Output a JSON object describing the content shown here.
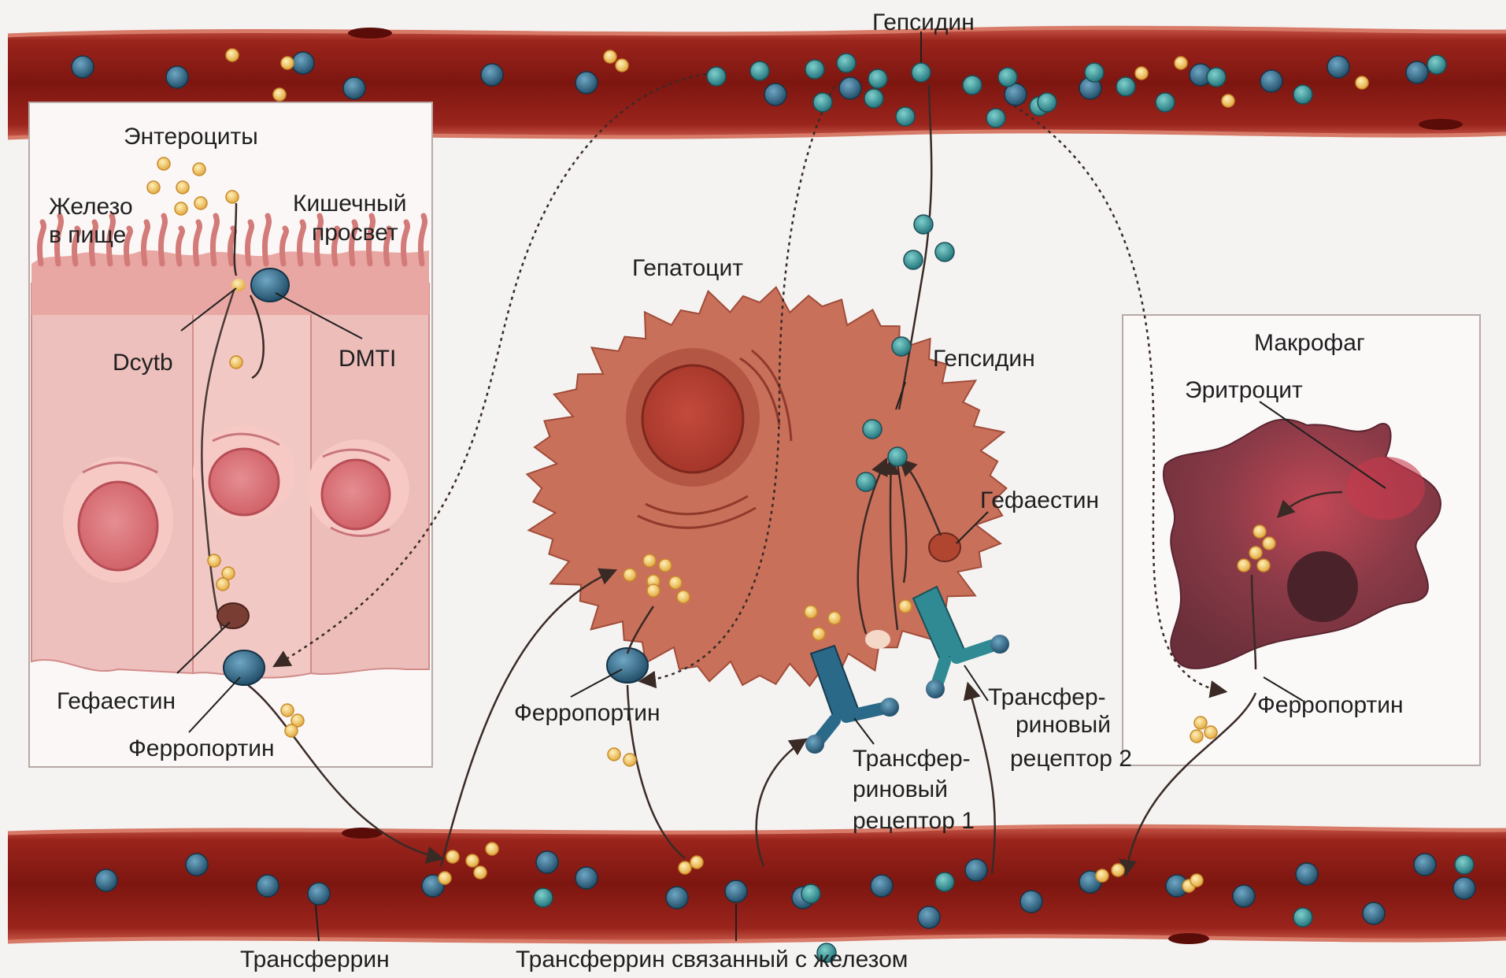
{
  "labels": {
    "hepcidin_top": "Гепсидин",
    "enterocytes": "Энтероциты",
    "dietary_iron_1": "Железо",
    "dietary_iron_2": "в пище",
    "intestinal_lumen_1": "Кишечный",
    "intestinal_lumen_2": "просвет",
    "dcytb": "Dcytb",
    "dmt1": "DMTI",
    "hephaestin_left": "Гефаестин",
    "ferroportin_left": "Ферропортин",
    "hepatocyte": "Гепатоцит",
    "hepcidin_mid": "Гепсидин",
    "hephaestin_mid": "Гефаестин",
    "ferroportin_mid": "Ферропортин",
    "tfr2_line1": "Трансфер-",
    "tfr2_line2": "риновый",
    "tfr2_line3": "рецептор 2",
    "tfr1_line1": "Трансфер-",
    "tfr1_line2": "риновый",
    "tfr1_line3": "рецептор 1",
    "macrophage": "Макрофаг",
    "erythrocyte": "Эритроцит",
    "ferroportin_right": "Ферропортин",
    "transferrin": "Трансферрин",
    "transferrin_iron": "Трансферрин связанный с железом"
  },
  "colors": {
    "vessel": "#8e1c16",
    "vessel_edge": "#c95a4a",
    "iron": "#f2c15b",
    "transferrin": "#2b5f7e",
    "hepcidin": "#2f8f92",
    "hepatocyte": "#c96b55",
    "enterocyte": "#eec3c0",
    "macrophage": "#7a3a44"
  }
}
